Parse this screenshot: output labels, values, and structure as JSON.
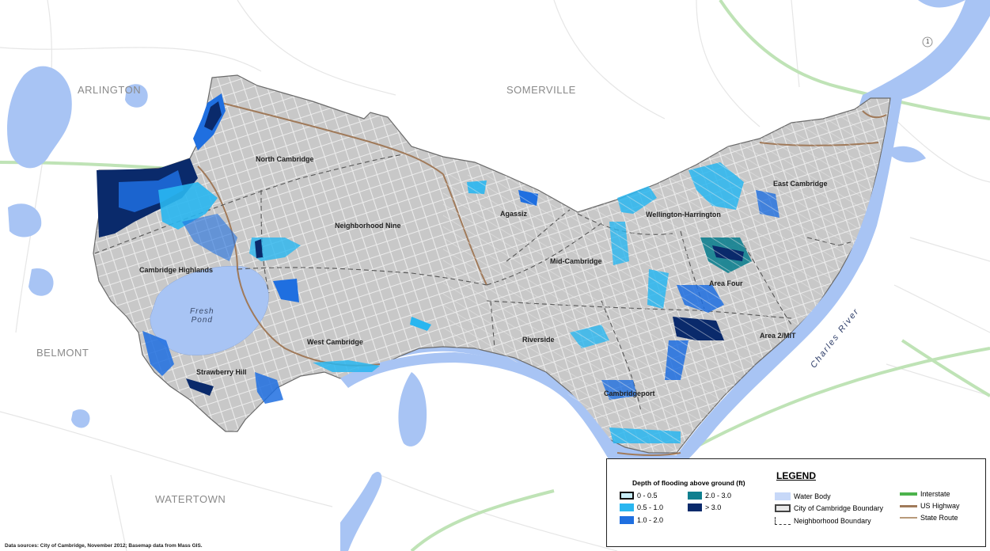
{
  "towns": {
    "arlington": "ARLINGTON",
    "somerville": "SOMERVILLE",
    "belmont": "BELMONT",
    "watertown": "WATERTOWN"
  },
  "neighborhoods": {
    "north_cambridge": "North Cambridge",
    "neighborhood_nine": "Neighborhood Nine",
    "agassiz": "Agassiz",
    "east_cambridge": "East Cambridge",
    "wellington_harrington": "Wellington-Harrington",
    "mid_cambridge": "Mid-Cambridge",
    "cambridge_highlands": "Cambridge Highlands",
    "area_four": "Area Four",
    "west_cambridge": "West Cambridge",
    "riverside": "Riverside",
    "area_2_mit": "Area 2/MIT",
    "strawberry_hill": "Strawberry Hill",
    "cambridgeport": "Cambridgeport"
  },
  "water_labels": {
    "fresh_pond_line1": "Fresh",
    "fresh_pond_line2": "Pond",
    "charles_river": "Charles River"
  },
  "route_marker": "1",
  "legend": {
    "title": "LEGEND",
    "depth_title": "Depth of flooding above ground (ft)",
    "depth_items": [
      {
        "label": "0 - 0.5",
        "color": "#c9eef8"
      },
      {
        "label": "0.5 - 1.0",
        "color": "#29b6f0"
      },
      {
        "label": "1.0 - 2.0",
        "color": "#1f6fe0"
      },
      {
        "label": "2.0 - 3.0",
        "color": "#0f7f8f"
      },
      {
        "label": "> 3.0",
        "color": "#0a2a6b"
      }
    ],
    "features": {
      "water_body": "Water Body",
      "city_boundary": "City of Cambridge Boundary",
      "neighborhood_boundary": "Neighborhood Boundary"
    },
    "roads": {
      "interstate": "Interstate",
      "us_highway": "US Highway",
      "state_route": "State Route"
    }
  },
  "colors": {
    "water": "#a8c4f4",
    "city_fill": "#c8c8c8",
    "interstate": "#4cb34c",
    "us_highway": "#a07a5a",
    "state_route": "#b89a7a"
  },
  "sources": "Data sources: City of Cambridge, November 2012; Basemap data from Mass GIS."
}
